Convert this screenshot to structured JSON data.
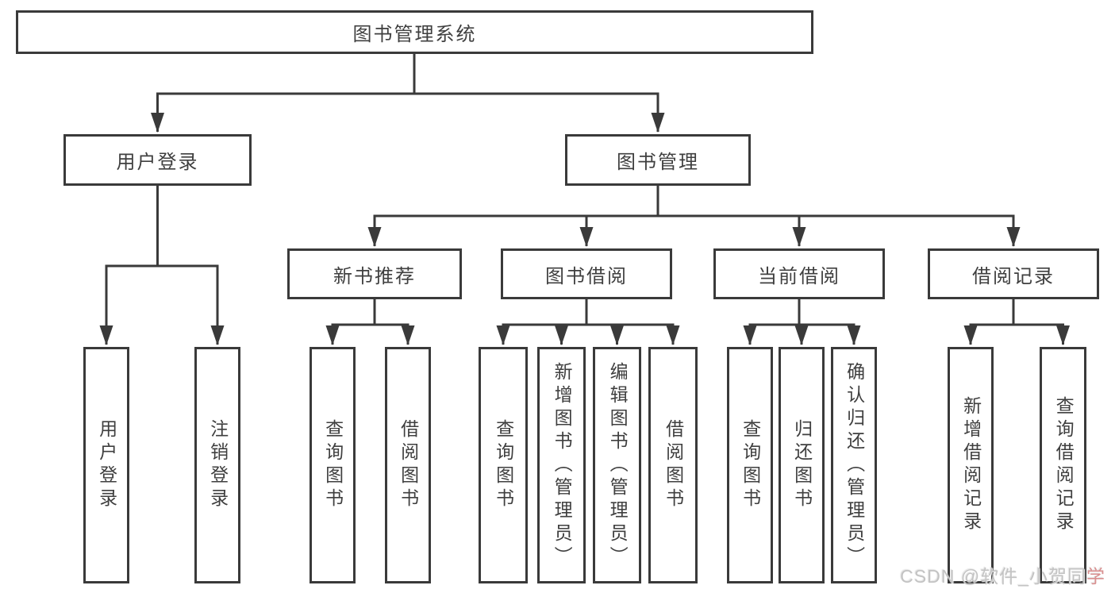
{
  "diagram": {
    "root": "图书管理系统",
    "branch_login": {
      "label": "用户登录",
      "children": [
        "用户登录",
        "注销登录"
      ]
    },
    "branch_books": {
      "label": "图书管理",
      "sections": [
        {
          "label": "新书推荐",
          "children": [
            "查询图书",
            "借阅图书"
          ]
        },
        {
          "label": "图书借阅",
          "children": [
            "查询图书",
            "新增图书（管理员）",
            "编辑图书（管理员）",
            "借阅图书"
          ]
        },
        {
          "label": "当前借阅",
          "children": [
            "查询图书",
            "归还图书",
            "确认归还（管理员）"
          ]
        },
        {
          "label": "借阅记录",
          "children": [
            "新增借阅记录",
            "查询借阅记录"
          ]
        }
      ]
    }
  },
  "watermark": {
    "text": "CSDN @软件_小贺同",
    "accent": "学"
  },
  "colors": {
    "line": "#3a3a3a",
    "text": "#3f3f3f",
    "background": "#ffffff",
    "watermark": "#c3c3c3",
    "watermark_accent": "#d98f8f"
  }
}
